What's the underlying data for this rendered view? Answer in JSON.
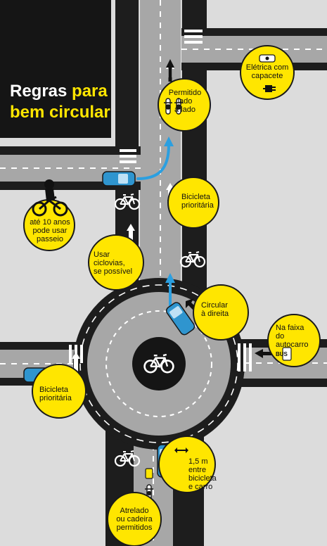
{
  "title": {
    "part1": "Regras",
    "part2": "para",
    "part3": "bem circular"
  },
  "colors": {
    "yellow": "#ffe600",
    "road": "#1d1d1d",
    "lane_gray": "#a7a7a7",
    "ground": "#dcdcdc",
    "car_blue": "#2f95cf",
    "arrow_blue": "#2b9fe0"
  },
  "signs": {
    "eletrica": "Elétrica com\ncapacete",
    "lado": "Permitido\nlado\na lado",
    "prioritaria_top": "Bicicleta\nprioritária",
    "passeio": "até 10 anos\npode usar\npasseio",
    "ciclovias": "Usar\nciclovias,\nse possível",
    "direita": "Circular\nà direita",
    "autocarro": "Na faixa\ndo autocarro",
    "bus_label": "BUS",
    "prioritaria_left": "Bicicleta\nprioritária",
    "distancia": "1,5 m\nentre\nbicicleta\ne carro",
    "atrelado": "Atrelado\nou cadeira\npermitidos"
  },
  "icons": [
    "bicycle-icon",
    "electric-plug-icon",
    "child-cyclist-icon",
    "car-icon",
    "direction-arrow-icon",
    "bike-lane-marking-icon"
  ]
}
